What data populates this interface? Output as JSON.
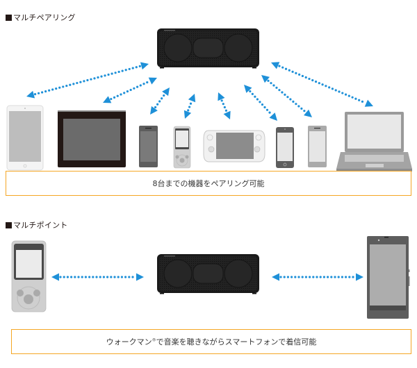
{
  "sections": [
    {
      "title": "マルチペアリング",
      "hub_device": "speaker",
      "devices": [
        "tablet-white",
        "tablet-black",
        "smartphone-dark",
        "walkman",
        "game-console",
        "iphone-dark",
        "smartphone-light",
        "laptop"
      ],
      "caption": "8台までの機器をペアリング可能"
    },
    {
      "title": "マルチポイント",
      "hub_device": "speaker",
      "devices": [
        "walkman",
        "smartphone"
      ],
      "caption_parts": [
        "ウォークマン",
        "®",
        "で音楽を聴きながらスマートフォンで着信可能"
      ]
    }
  ],
  "colors": {
    "arrow": "#1E90D8",
    "caption_border": "#F5A623",
    "speaker": "#1c1c1c"
  }
}
